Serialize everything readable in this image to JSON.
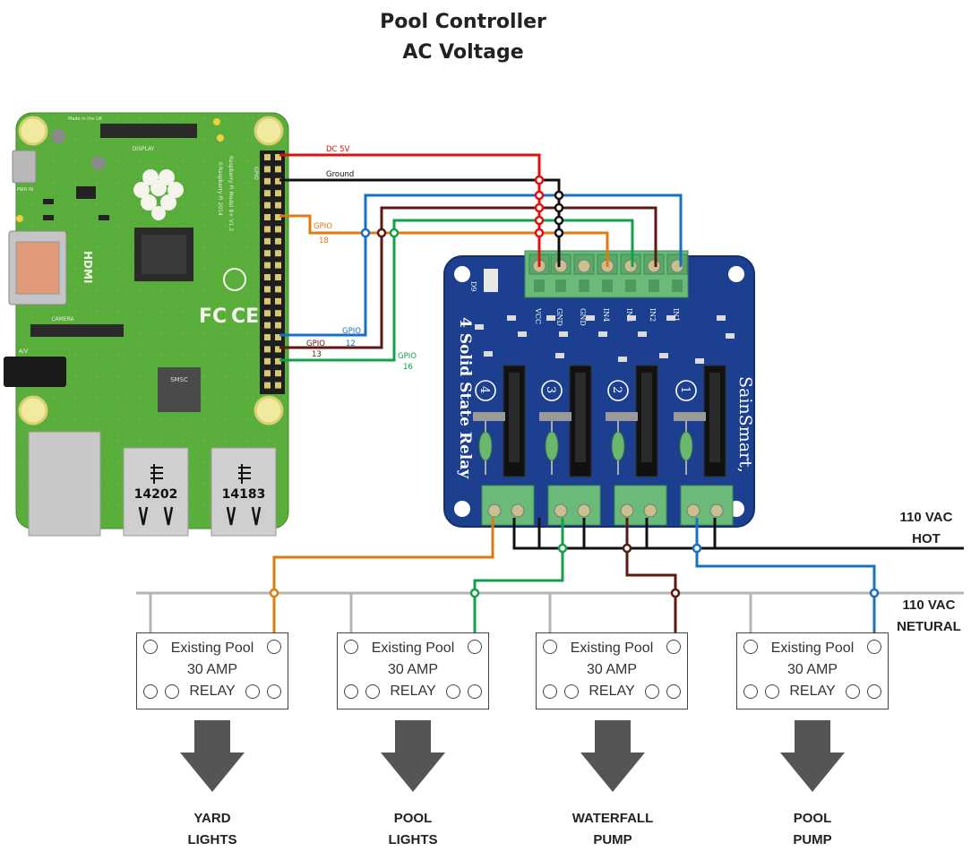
{
  "title": {
    "line1": "Pool Controller",
    "line2": "AC Voltage"
  },
  "raspberry_pi": {
    "silk_top": "Made in the UK",
    "display_label": "DISPLAY",
    "pwr_label": "PWR IN",
    "camera_label": "CAMERA",
    "av_label": "A/V",
    "hdmi_label": "HDMI",
    "gpio_label": "GPIO",
    "model_text": "Raspberry Pi Model B+ V1.2",
    "copyright_text": "©Raspberry Pi 2014",
    "chip_label": "SMSC",
    "usb_left": "14202",
    "usb_right": "14183"
  },
  "wires": [
    {
      "label": "DC 5V",
      "color": "#e01010"
    },
    {
      "label": "Ground",
      "color": "#111111"
    },
    {
      "label": "GPIO",
      "sub": "18",
      "color": "#e07a10"
    },
    {
      "label": "GPIO",
      "sub": "12",
      "color": "#1a6fc4"
    },
    {
      "label": "GPIO",
      "sub": "13",
      "color": "#5a1a10"
    },
    {
      "label": "GPIO",
      "sub": "16",
      "color": "#12a04a"
    }
  ],
  "ssr_board": {
    "brand": "SainSmart,",
    "title": "4 Solid State Relay",
    "pins": [
      "VCC",
      "GND",
      "GND",
      "IN4",
      "IN3",
      "IN2",
      "IN1"
    ],
    "channels": [
      "4",
      "3",
      "2",
      "1"
    ],
    "led_label": "D9"
  },
  "ac_lines": {
    "hot_l1": "110 VAC",
    "hot_l2": "HOT",
    "neutral_l1": "110 VAC",
    "neutral_l2": "NETURAL"
  },
  "relays": [
    {
      "line1": "Existing Pool",
      "line2": "30 AMP",
      "line3": "RELAY",
      "wire_color": "#e07a10"
    },
    {
      "line1": "Existing Pool",
      "line2": "30 AMP",
      "line3": "RELAY",
      "wire_color": "#12a04a"
    },
    {
      "line1": "Existing Pool",
      "line2": "30 AMP",
      "line3": "RELAY",
      "wire_color": "#5a1a10"
    },
    {
      "line1": "Existing Pool",
      "line2": "30 AMP",
      "line3": "RELAY",
      "wire_color": "#1a6fc4"
    }
  ],
  "outputs": [
    {
      "line1": "YARD",
      "line2": "LIGHTS"
    },
    {
      "line1": "POOL",
      "line2": "LIGHTS"
    },
    {
      "line1": "WATERFALL",
      "line2": "PUMP"
    },
    {
      "line1": "POOL",
      "line2": "PUMP"
    }
  ],
  "colors": {
    "pi_board": "#5aae3c",
    "ssr_board": "#1c3f8f",
    "terminal": "#6aba7a",
    "neutral_wire": "#b5b5b5",
    "arrow": "#555555"
  }
}
